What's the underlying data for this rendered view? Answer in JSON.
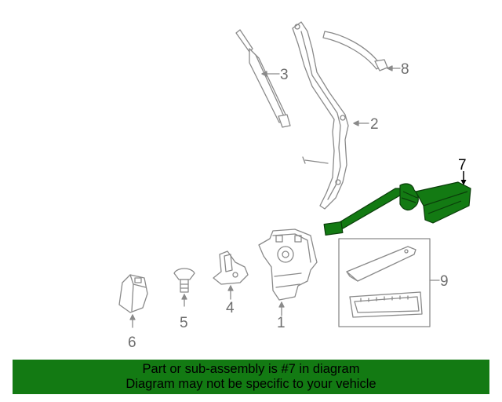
{
  "diagram": {
    "callouts": [
      {
        "id": "1",
        "label": "1"
      },
      {
        "id": "2",
        "label": "2"
      },
      {
        "id": "3",
        "label": "3"
      },
      {
        "id": "4",
        "label": "4"
      },
      {
        "id": "5",
        "label": "5"
      },
      {
        "id": "6",
        "label": "6"
      },
      {
        "id": "7",
        "label": "7"
      },
      {
        "id": "8",
        "label": "8"
      },
      {
        "id": "9",
        "label": "9"
      }
    ],
    "highlighted_part": "7",
    "colors": {
      "highlight": "#137a13",
      "line": "#8a8a8a",
      "part_fill": "#ffffff",
      "callout_text": "#6e6e6e"
    }
  },
  "banner": {
    "line1": "Part or sub-assembly is #7 in diagram",
    "line2": "Diagram may not be specific to your vehicle",
    "background": "#137a13"
  }
}
